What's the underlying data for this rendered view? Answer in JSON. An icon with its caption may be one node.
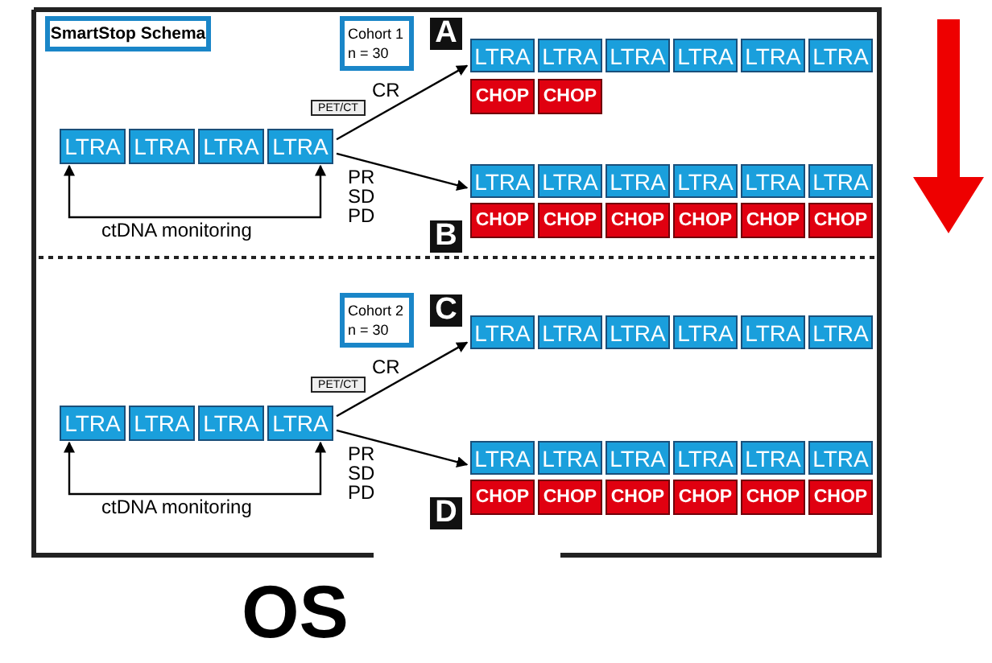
{
  "diagram": {
    "nodes": [
      {
        "text": [
          "SmartStop Schema"
        ]
      },
      {
        "text": [
          "Cohort 1",
          "n = 30"
        ]
      },
      {
        "text": [
          "A"
        ]
      },
      {
        "text": [
          "LTRA"
        ]
      },
      {
        "text": [
          "LTRA"
        ]
      },
      {
        "text": [
          "LTRA"
        ]
      },
      {
        "text": [
          "LTRA"
        ]
      },
      {
        "text": [
          "LTRA"
        ]
      },
      {
        "text": [
          "LTRA"
        ]
      },
      {
        "text": [
          "CHOP"
        ]
      },
      {
        "text": [
          "CHOP"
        ]
      },
      {
        "text": [
          "PET/CT"
        ]
      },
      {
        "text": [
          "LTRA"
        ]
      },
      {
        "text": [
          "LTRA"
        ]
      },
      {
        "text": [
          "LTRA"
        ]
      },
      {
        "text": [
          "LTRA"
        ]
      },
      {
        "text": [
          "LTRA"
        ]
      },
      {
        "text": [
          "LTRA"
        ]
      },
      {
        "text": [
          "LTRA"
        ]
      },
      {
        "text": [
          "LTRA"
        ]
      },
      {
        "text": [
          "LTRA"
        ]
      },
      {
        "text": [
          "LTRA"
        ]
      },
      {
        "text": [
          "B"
        ]
      },
      {
        "text": [
          "CHOP"
        ]
      },
      {
        "text": [
          "CHOP"
        ]
      },
      {
        "text": [
          "CHOP"
        ]
      },
      {
        "text": [
          "CHOP"
        ]
      },
      {
        "text": [
          "CHOP"
        ]
      },
      {
        "text": [
          "CHOP"
        ]
      },
      {
        "text": [
          "Cohort 2",
          "n = 30"
        ]
      },
      {
        "text": [
          "C"
        ]
      },
      {
        "text": [
          "LTRA"
        ]
      },
      {
        "text": [
          "LTRA"
        ]
      },
      {
        "text": [
          "LTRA"
        ]
      },
      {
        "text": [
          "LTRA"
        ]
      },
      {
        "text": [
          "LTRA"
        ]
      },
      {
        "text": [
          "LTRA"
        ]
      },
      {
        "text": [
          "PET/CT"
        ]
      },
      {
        "text": [
          "LTRA"
        ]
      },
      {
        "text": [
          "LTRA"
        ]
      },
      {
        "text": [
          "LTRA"
        ]
      },
      {
        "text": [
          "LTRA"
        ]
      },
      {
        "text": [
          "LTRA"
        ]
      },
      {
        "text": [
          "LTRA"
        ]
      },
      {
        "text": [
          "LTRA"
        ]
      },
      {
        "text": [
          "LTRA"
        ]
      },
      {
        "text": [
          "LTRA"
        ]
      },
      {
        "text": [
          "LTRA"
        ]
      },
      {
        "text": [
          "D"
        ]
      },
      {
        "text": [
          "CHOP"
        ]
      },
      {
        "text": [
          "CHOP"
        ]
      },
      {
        "text": [
          "CHOP"
        ]
      },
      {
        "text": [
          "CHOP"
        ]
      },
      {
        "text": [
          "CHOP"
        ]
      },
      {
        "text": [
          "CHOP"
        ]
      }
    ],
    "edges": [
      {
        "from": 15,
        "to": 3,
        "arrow": "to",
        "label": "CR"
      },
      {
        "from": 15,
        "to": 16,
        "arrow": "to",
        "label": "PR SD PD"
      },
      {
        "from": 12,
        "to": 15,
        "arrow": "both",
        "label": "ctDNA monitoring"
      },
      {
        "from": 41,
        "to": 31,
        "arrow": "to",
        "label": "CR"
      },
      {
        "from": 41,
        "to": 42,
        "arrow": "to",
        "label": "PR SD PD"
      },
      {
        "from": 38,
        "to": 41,
        "arrow": "both",
        "label": "ctDNA monitoring"
      }
    ],
    "labels": [
      "OS"
    ]
  }
}
